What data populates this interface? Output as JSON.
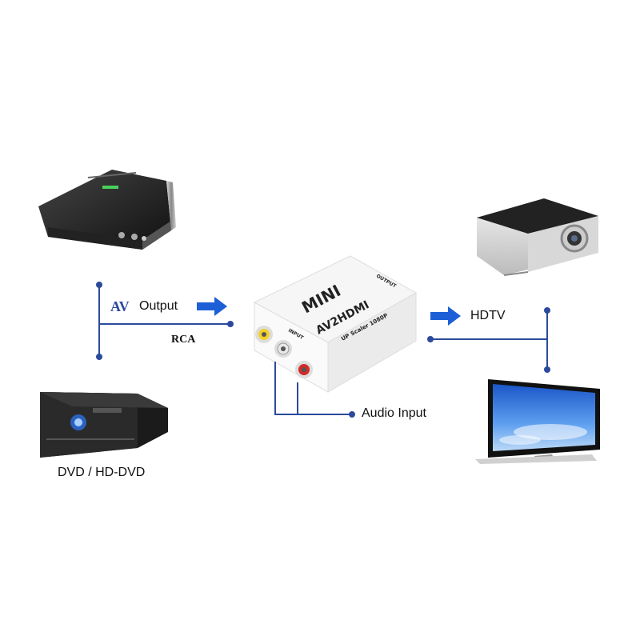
{
  "labels": {
    "av": "AV",
    "output": "Output",
    "rca": "RCA",
    "hdtv": "HDTV",
    "audio_input": "Audio Input",
    "dvd": "DVD / HD-DVD"
  },
  "device": {
    "mini": "MINI",
    "model": "AV2HDMI",
    "scaler": "UP Scaler 1080P",
    "input_port": "INPUT",
    "output_port": "OUTPUT"
  },
  "colors": {
    "line": "#2b4a9c",
    "arrow": "#1d5fd6",
    "dot": "#2b4a9c",
    "jack_yellow": "#f2d22a",
    "jack_white": "#e8e8e8",
    "jack_red": "#d42a2a"
  },
  "icons": [
    "settop-box-icon",
    "dvd-player-icon",
    "projector-icon",
    "monitor-icon",
    "av2hdmi-converter-icon"
  ]
}
